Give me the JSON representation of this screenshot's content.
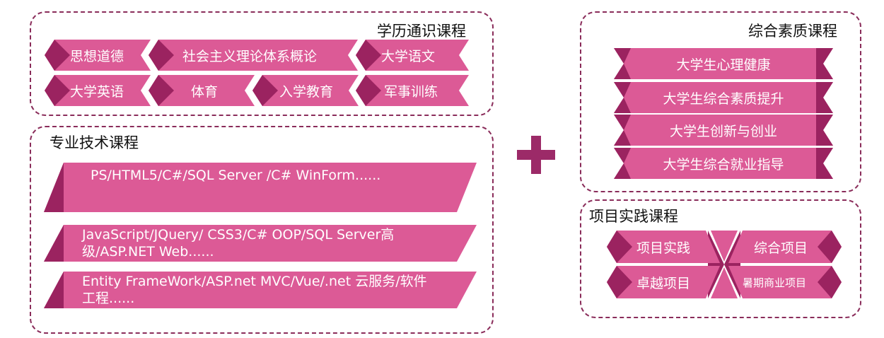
{
  "colors": {
    "pink": "#dc5a96",
    "dark": "#9b2360",
    "border": "#8a2c5a",
    "plus": "#9c2a68"
  },
  "general": {
    "title": "学历通识课程",
    "row1": [
      "思想道德",
      "社会主义理论体系概论",
      "大学语文"
    ],
    "row2": [
      "大学英语",
      "体育",
      "入学教育",
      "军事训练"
    ]
  },
  "professional": {
    "title": "专业技术课程",
    "bars": [
      "PS/HTML5/C#/SQL Server /C# WinForm......",
      "JavaScript/JQuery/ CSS3/C# OOP/SQL Server高级/ASP.NET Web......",
      "Entity FrameWork/ASP.net MVC/Vue/.net 云服务/软件工程......"
    ]
  },
  "quality": {
    "title": "综合素质课程",
    "items": [
      "大学生心理健康",
      "大学生综合素质提升",
      "大学生创新与创业",
      "大学生综合就业指导"
    ]
  },
  "practice": {
    "title": "项目实践课程",
    "left": [
      "项目实践",
      "卓越项目"
    ],
    "right": [
      "综合项目",
      "暑期商业项目"
    ]
  }
}
